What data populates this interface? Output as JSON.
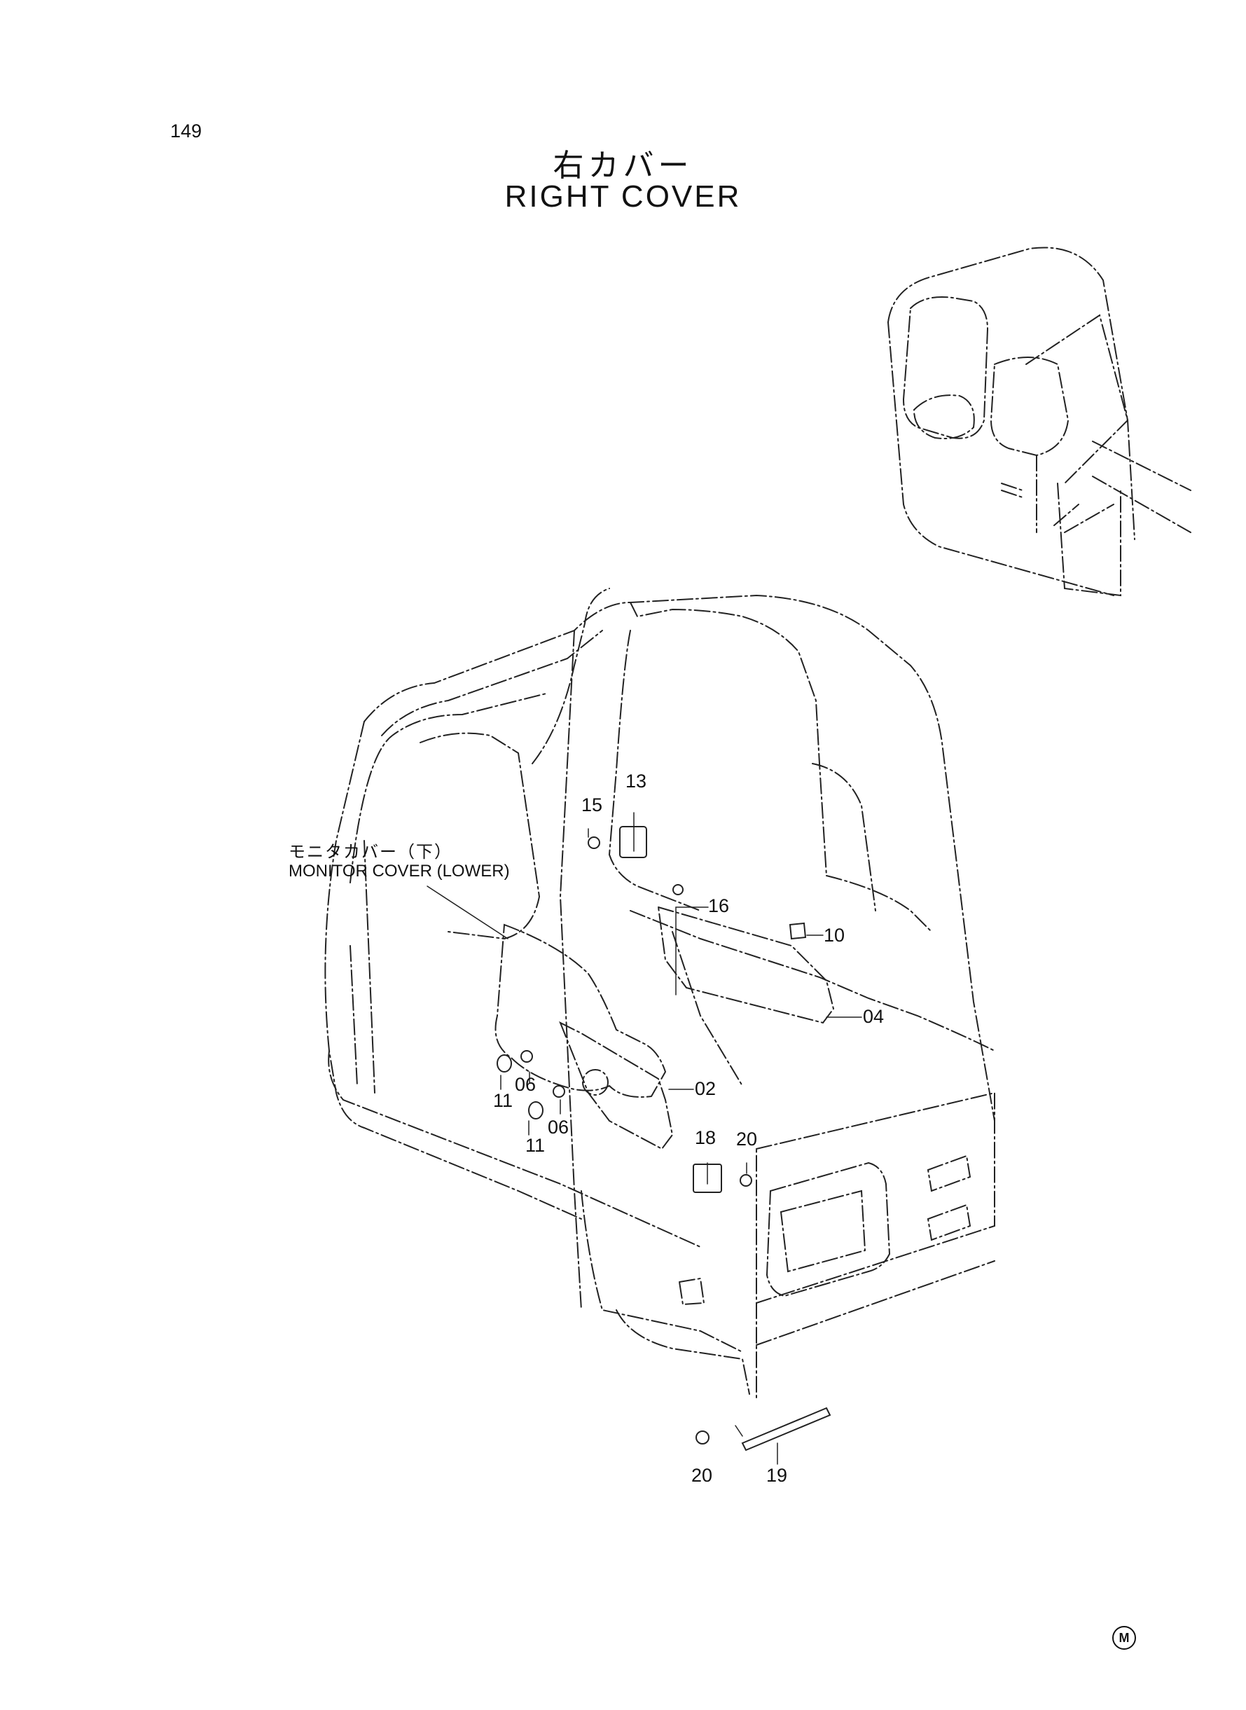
{
  "page_number": "149",
  "title_jp": "右カバー",
  "title_en": "RIGHT COVER",
  "callout": {
    "name_jp": "モニタカバー（下）",
    "name_en": "MONITOR COVER (LOWER)"
  },
  "part_labels": {
    "p02": "02",
    "p04": "04",
    "p06a": "06",
    "p06b": "06",
    "p10": "10",
    "p11a": "11",
    "p11b": "11",
    "p13": "13",
    "p15": "15",
    "p16": "16",
    "p18": "18",
    "p19": "19",
    "p20a": "20",
    "p20b": "20"
  },
  "corner_mark": "M"
}
